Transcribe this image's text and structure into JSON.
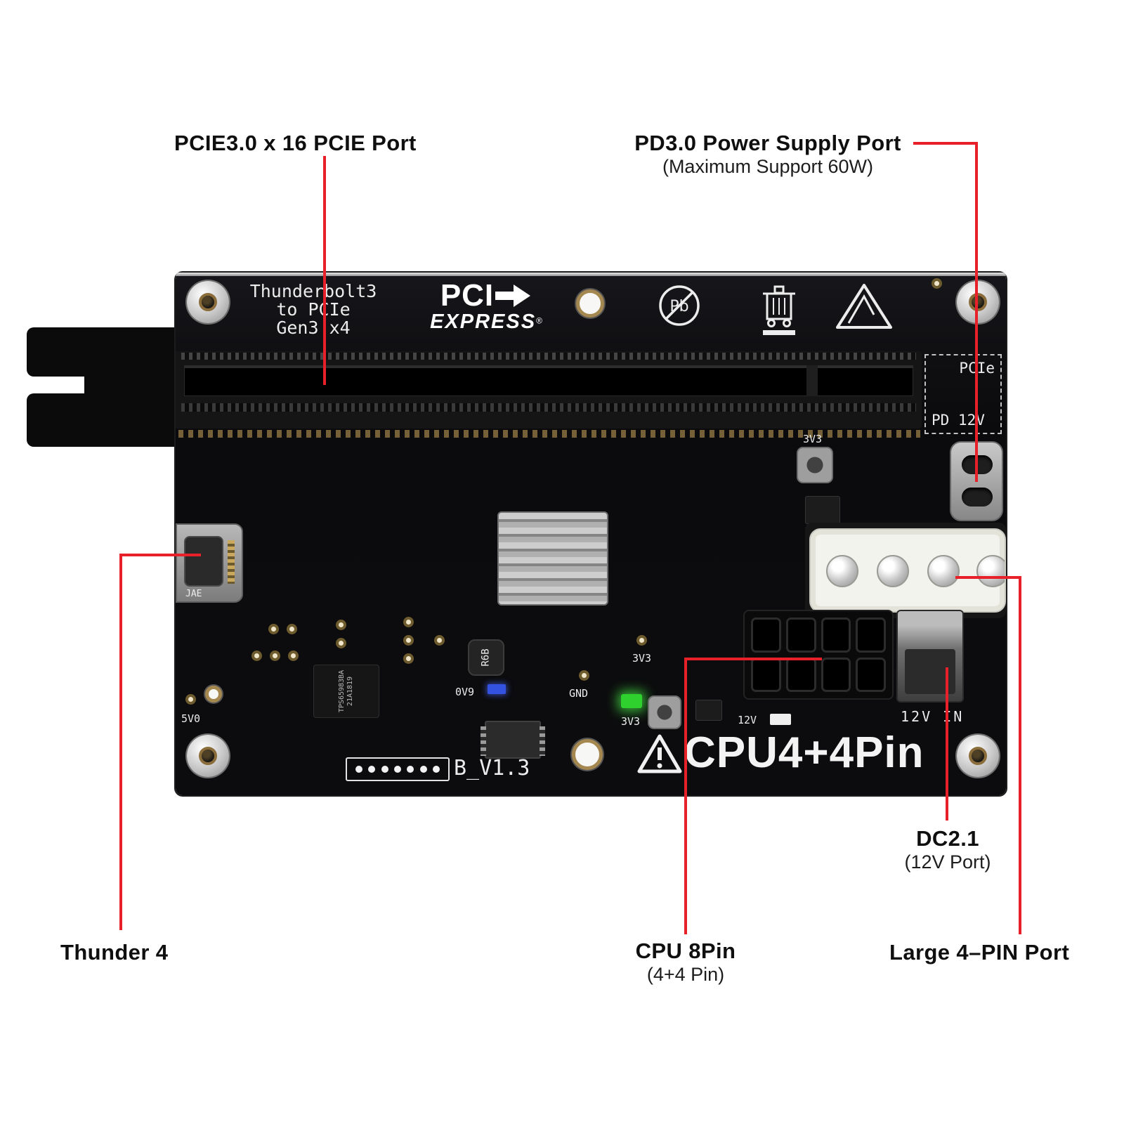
{
  "colors": {
    "accent": "#e8202a",
    "board": "#0d0d0e",
    "silver": "#c6c6c6"
  },
  "callouts": {
    "pcie": {
      "label": "PCIE3.0 x 16 PCIE Port"
    },
    "pd": {
      "label": "PD3.0 Power Supply Port",
      "sub": "(Maximum Support 60W)"
    },
    "thunder": {
      "label": "Thunder 4"
    },
    "cpu": {
      "label": "CPU 8Pin",
      "sub": "(4+4 Pin)"
    },
    "dc": {
      "label": "DC2.1",
      "sub": "(12V Port)"
    },
    "molex": {
      "label": "Large 4–PIN Port"
    }
  },
  "board": {
    "silkscreen_lines": [
      "Thunderbolt3",
      "to PCIe",
      "Gen3 x4"
    ],
    "pci_logo": {
      "main": "PCI",
      "sub": "EXPRESS",
      "reg": "®"
    },
    "symbols": {
      "pb": "Pb"
    },
    "port_labels": {
      "pcie": "PCIe",
      "pd12v": "PD 12V"
    },
    "silk": {
      "v3_top": "3V3",
      "v3_mid": "3V3",
      "v3_led": "3V3",
      "gnd": "GND",
      "ov9": "0V9",
      "v12": "12V",
      "v5": "5V0",
      "r6b": "R6B",
      "twelve_in": "12V IN",
      "version": "B_V1.3",
      "cpu44": "CPU4+4Pin",
      "jae": "JAE"
    },
    "chip": {
      "line1": "TPS65983BA",
      "line2": "21A1819"
    }
  }
}
